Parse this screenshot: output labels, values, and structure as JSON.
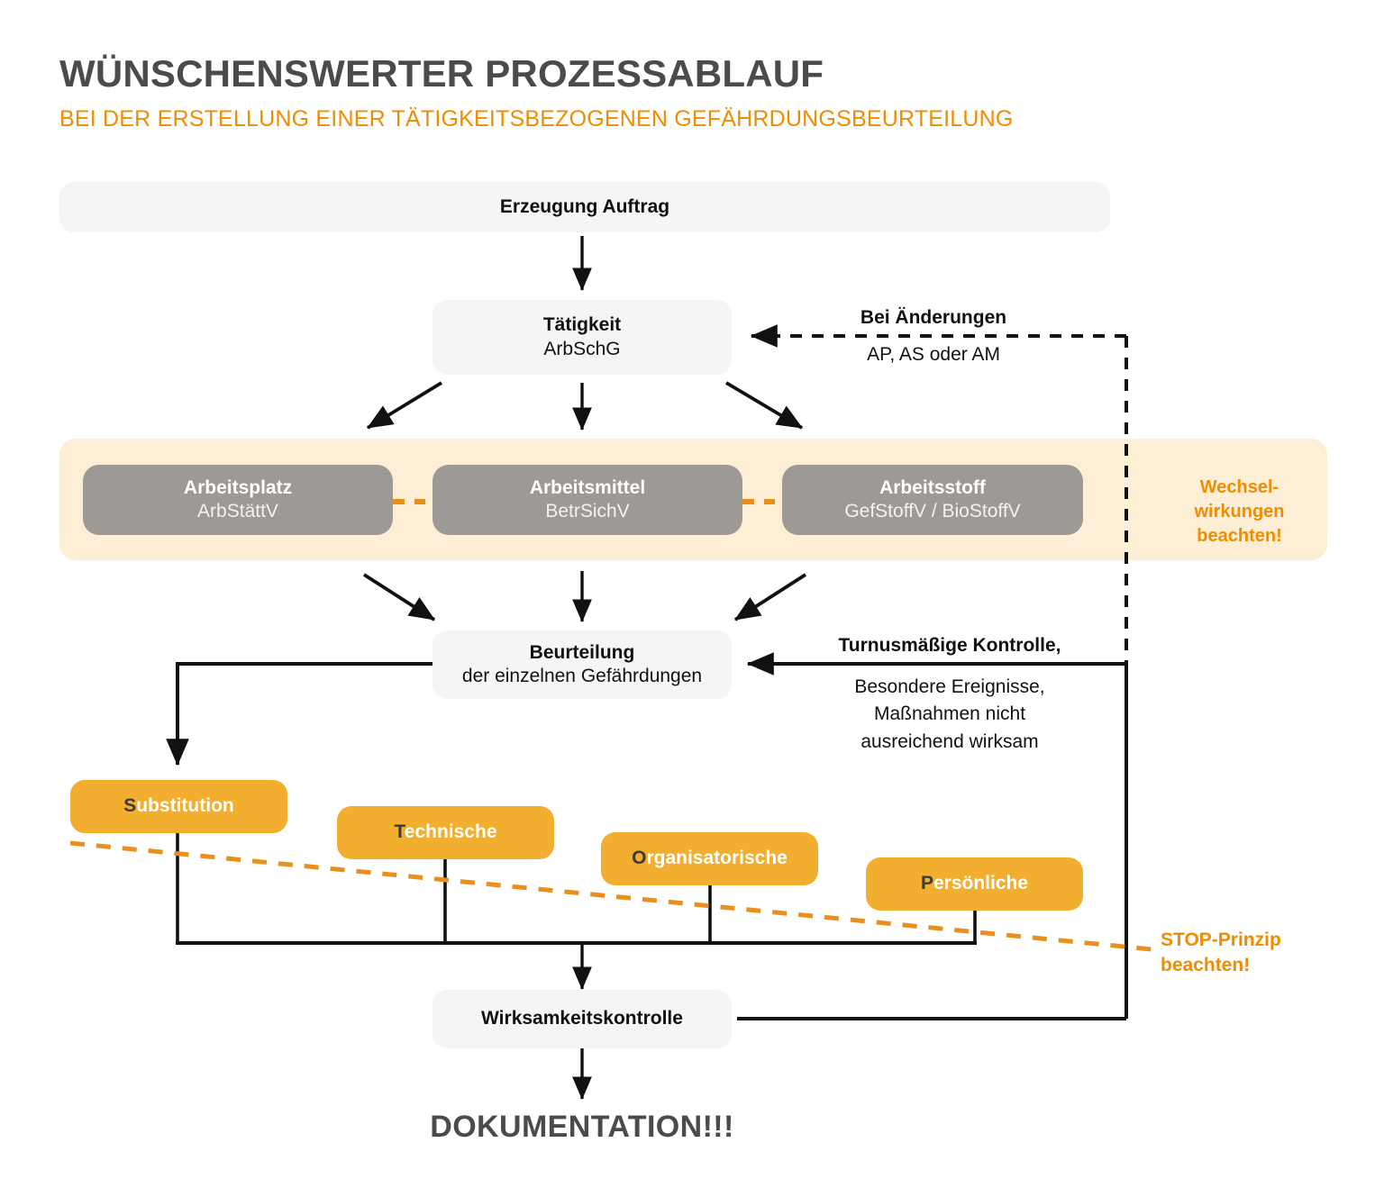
{
  "header": {
    "title": "WÜNSCHENSWERTER PROZESSABLAUF",
    "subtitle": "BEI DER ERSTELLUNG EINER TÄTIGKEITSBEZOGENEN GEFÄHRDUNGSBEURTEILUNG",
    "title_color": "#4b4b4b",
    "subtitle_color": "#F08C00"
  },
  "colors": {
    "orange": "#F2AE2E",
    "orange_text": "#F08C00",
    "gray_box": "#9D9A95",
    "light_box": "#F5F5F5",
    "band": "#FCEFD5",
    "line": "#111111"
  },
  "nodes": {
    "start": {
      "label": "Erzeugung Auftrag"
    },
    "taetigkeit": {
      "label": "Tätigkeit",
      "sublabel": "ArbSchG"
    },
    "arbeitsplatz": {
      "label": "Arbeitsplatz",
      "sublabel": "ArbStättV"
    },
    "arbeitsmittel": {
      "label": "Arbeitsmittel",
      "sublabel": "BetrSichV"
    },
    "arbeitsstoff": {
      "label": "Arbeitsstoff",
      "sublabel": "GefStoffV / BioStoffV"
    },
    "beurteilung": {
      "label": "Beurteilung",
      "sublabel": "der einzelnen Gefährdungen"
    },
    "wirksamkeit": {
      "label": "Wirksamkeitskontrolle"
    },
    "dokumentation": {
      "label": "DOKUMENTATION!!!"
    }
  },
  "measures": [
    {
      "initial": "S",
      "rest": "ubstitution"
    },
    {
      "initial": "T",
      "rest": "echnische"
    },
    {
      "initial": "O",
      "rest": "rganisatorische"
    },
    {
      "initial": "P",
      "rest": "ersönliche"
    }
  ],
  "annotations": {
    "wechselwirkungen": "Wechsel-\nwirkungen\nbeachten!",
    "aenderungen_title": "Bei Änderungen",
    "aenderungen_sub": "AP, AS oder AM",
    "kontrolle_title": "Turnusmäßige Kontrolle,",
    "kontrolle_sub": "Besondere Ereignisse,\nMaßnahmen nicht\nausreichend wirksam",
    "stop_prinzip": "STOP-Prinzip\nbeachten!"
  }
}
